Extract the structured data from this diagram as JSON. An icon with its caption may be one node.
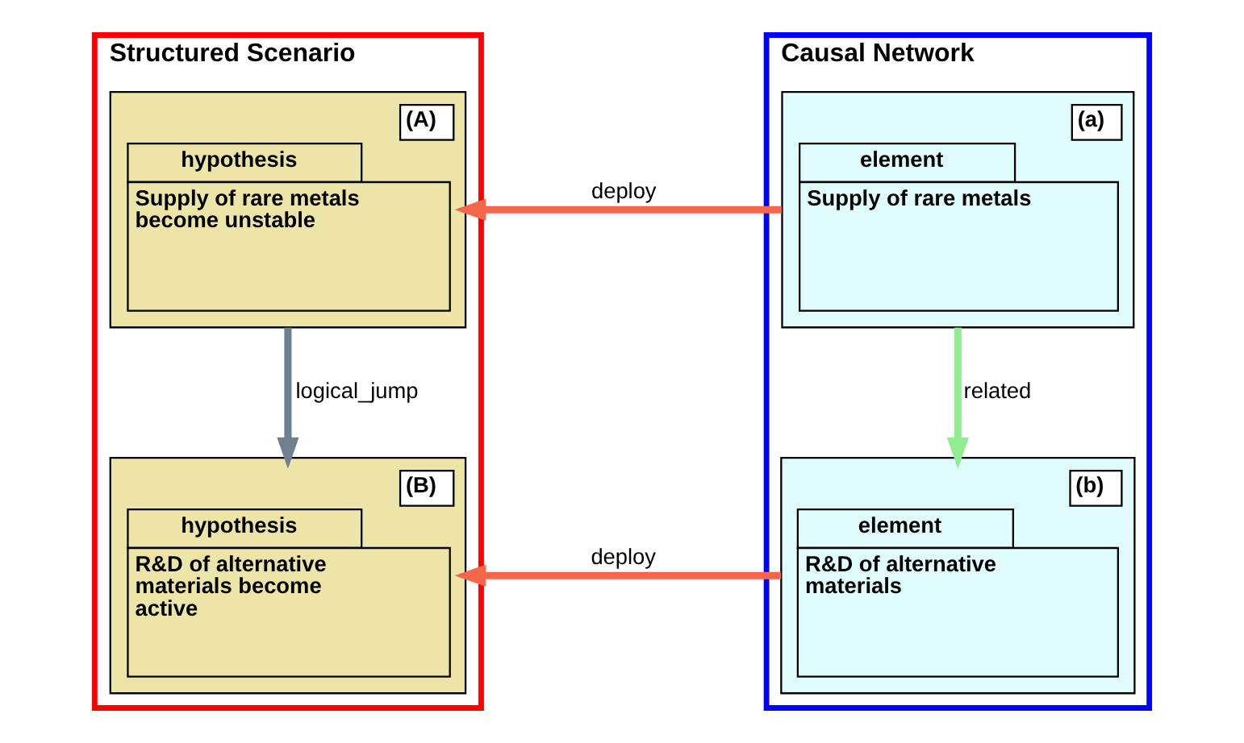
{
  "diagram": {
    "nodes": [
      {
        "text": [
          "Structured Scenario"
        ]
      },
      {
        "text": [
          "(A)",
          "hypothesis",
          "Supply of rare metals become unstable"
        ],
        "in": 0
      },
      {
        "text": [
          "(B)",
          "hypothesis",
          "R&D of alternative materials become active"
        ],
        "in": 0
      },
      {
        "text": [
          "Causal Network"
        ]
      },
      {
        "text": [
          "(a)",
          "element",
          "Supply of rare metals"
        ],
        "in": 3
      },
      {
        "text": [
          "(b)",
          "element",
          "R&D of alternative materials"
        ],
        "in": 3
      }
    ],
    "edges": [
      {
        "from": 4,
        "to": 1,
        "arrow": "to",
        "label": "deploy",
        "color": "#f4674b"
      },
      {
        "from": 1,
        "to": 2,
        "arrow": "to",
        "label": "logical_jump",
        "color": "#708090"
      },
      {
        "from": 4,
        "to": 5,
        "arrow": "to",
        "label": "related",
        "color": "#90ee90"
      },
      {
        "from": 5,
        "to": 2,
        "arrow": "to",
        "label": "deploy",
        "color": "#f4674b"
      }
    ]
  }
}
